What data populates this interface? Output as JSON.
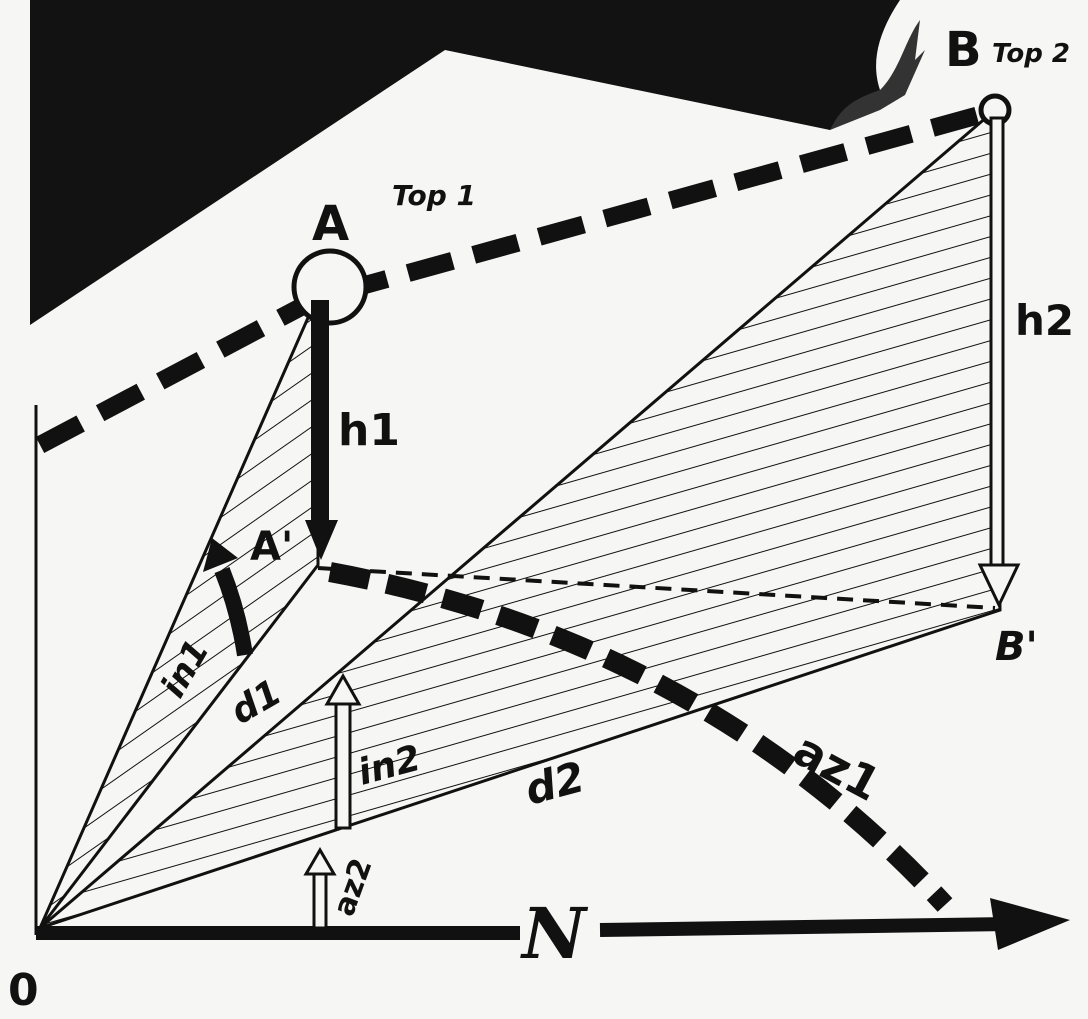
{
  "diagram": {
    "points": {
      "origin": "0",
      "top1_letter": "A",
      "top1_name": "Top 1",
      "top2_letter": "B",
      "top2_name": "Top 2",
      "proj1": "A'",
      "proj2": "B'"
    },
    "measures": {
      "height1": "h1",
      "height2": "h2",
      "inclination1": "in1",
      "inclination2": "in2",
      "distance1": "d1",
      "distance2": "d2",
      "azimuth1": "az1",
      "azimuth2": "az2"
    },
    "north": "N",
    "colors": {
      "ink": "#111111",
      "paper": "#f6f6f4"
    }
  }
}
